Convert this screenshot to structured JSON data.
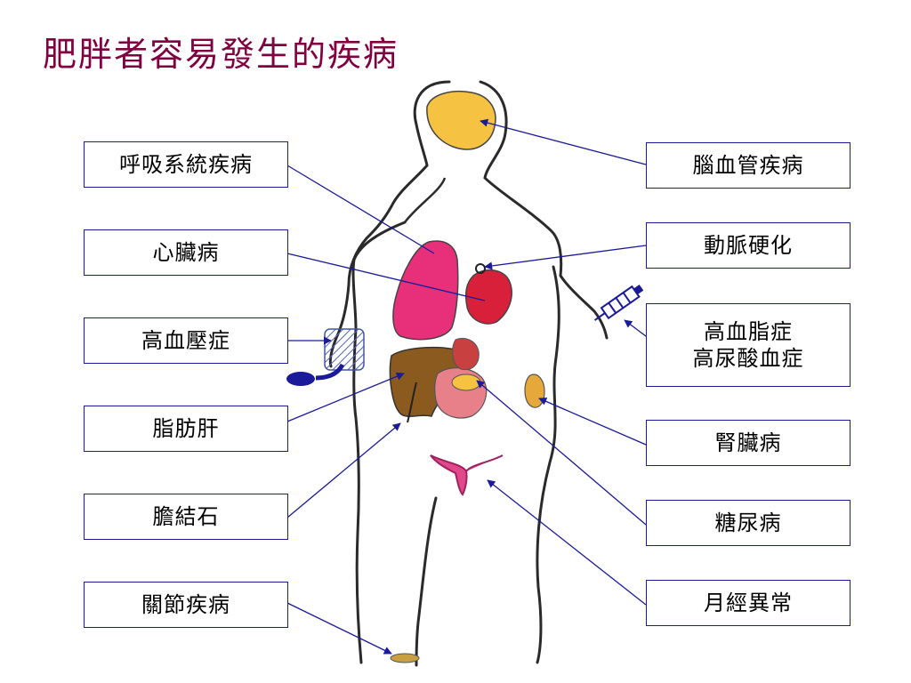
{
  "title": "肥胖者容易發生的疾病",
  "labels": {
    "respiratory": "呼吸系統疾病",
    "heart": "心臟病",
    "hypertension": "高血壓症",
    "fatty_liver": "脂肪肝",
    "gallstones": "膽結石",
    "joint": "關節疾病",
    "cerebrovascular": "腦血管疾病",
    "atherosclerosis": "動脈硬化",
    "hyperlipidemia": "高血脂症",
    "hyperuricemia": "高尿酸血症",
    "kidney": "腎臟病",
    "diabetes": "糖尿病",
    "menstrual": "月經異常"
  },
  "colors": {
    "title": "#800040",
    "box_border": "#1a1a9a",
    "leader_line": "#1a1a9a",
    "brain": "#f5c242",
    "lung": "#e8307a",
    "heart": "#d8203a",
    "liver": "#8b5a1e",
    "stomach": "#e8808a",
    "kidney": "#e6a83a",
    "uterus": "#e04a8a"
  }
}
